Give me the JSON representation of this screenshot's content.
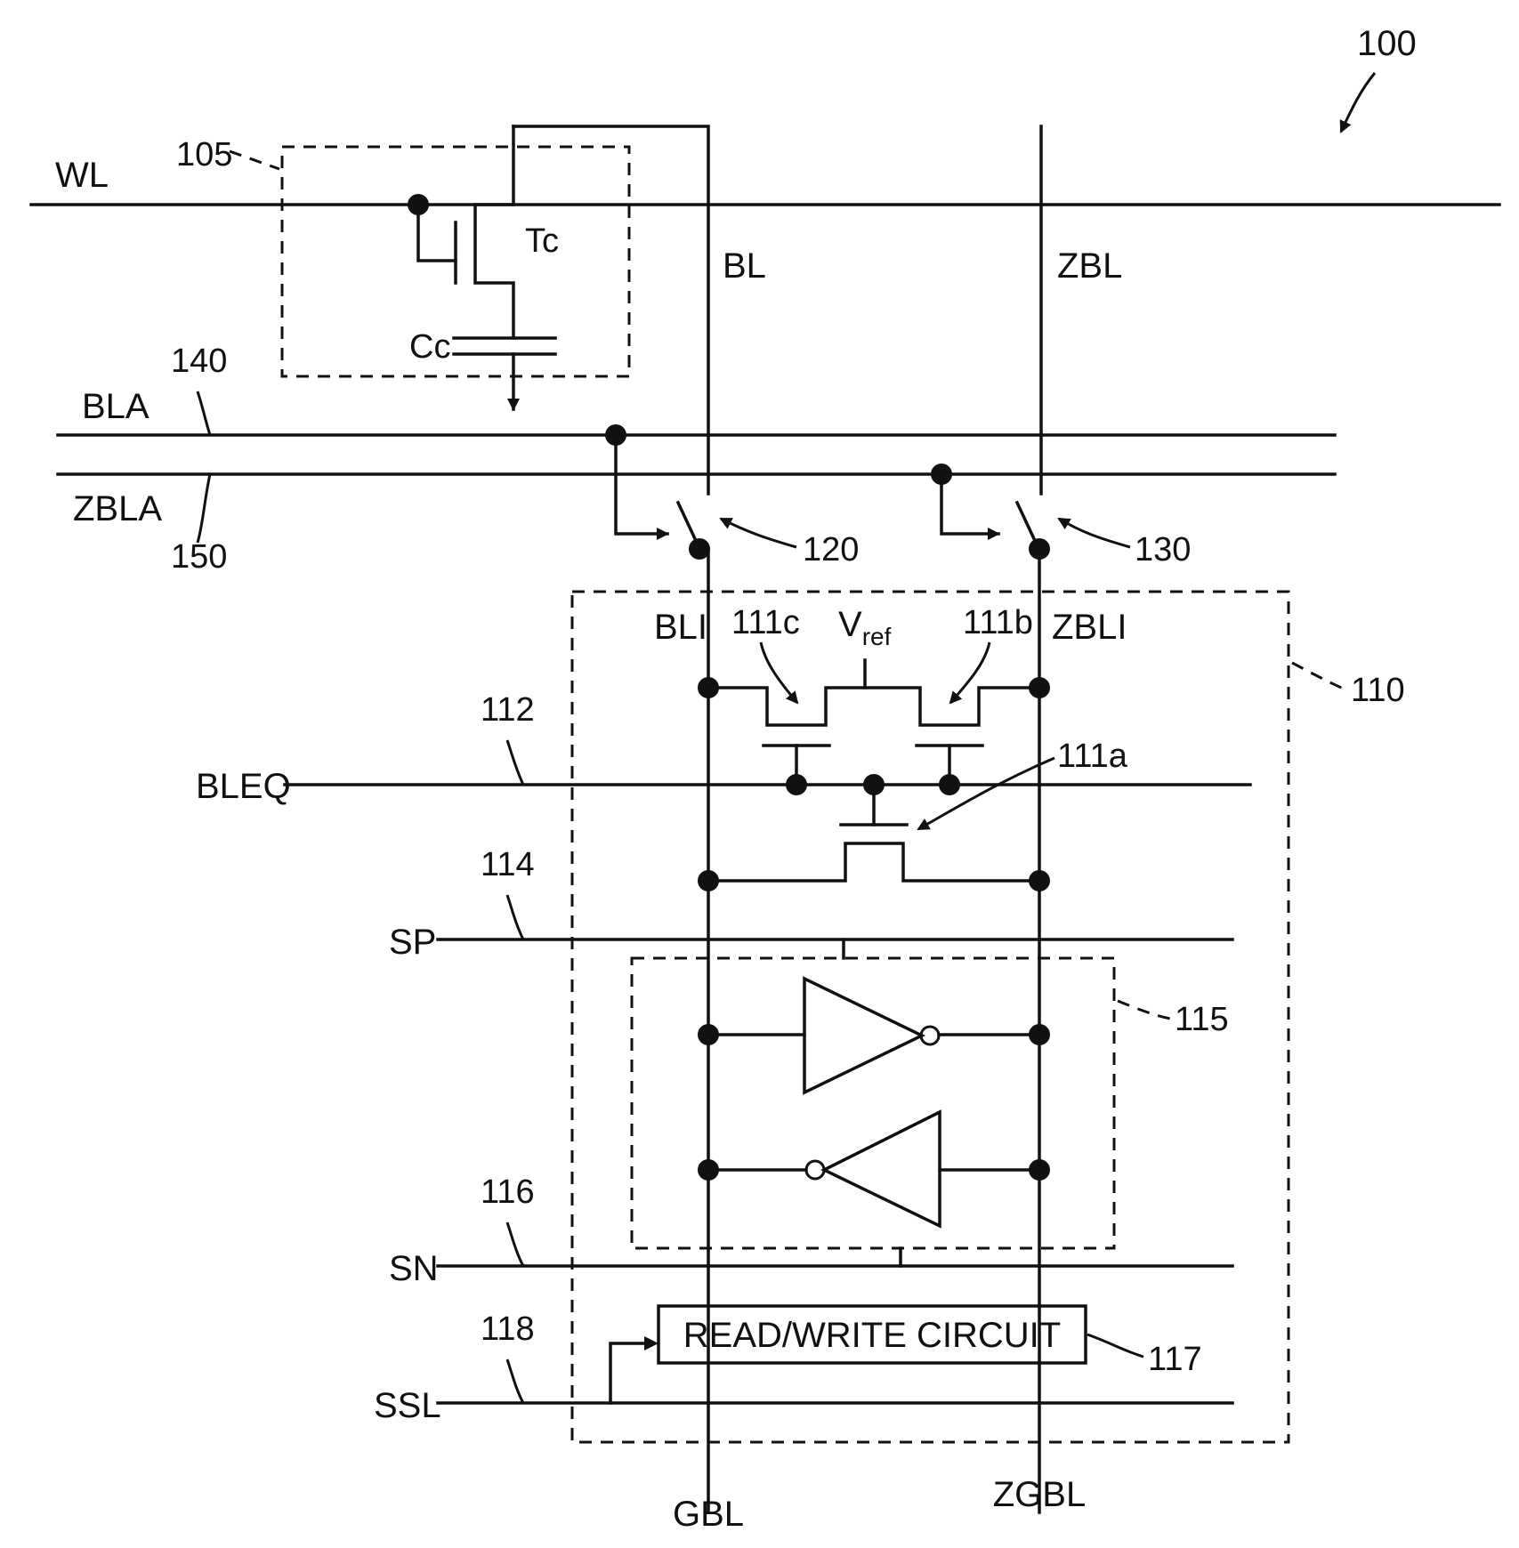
{
  "labels": {
    "fig_ref": "100",
    "cell_ref": "105",
    "wl": "WL",
    "tc": "Tc",
    "cc": "Cc",
    "bl": "BL",
    "zbl": "ZBL",
    "ref_140": "140",
    "bla": "BLA",
    "zbla": "ZBLA",
    "ref_150": "150",
    "switch_120": "120",
    "switch_130": "130",
    "bli": "BLI",
    "ref_111c": "111c",
    "vref_main": "V",
    "vref_sub": "ref",
    "ref_111b": "111b",
    "zbli": "ZBLI",
    "ref_110": "110",
    "ref_112": "112",
    "bleq": "BLEQ",
    "ref_111a": "111a",
    "ref_114": "114",
    "sp": "SP",
    "ref_115": "115",
    "ref_116": "116",
    "sn": "SN",
    "ref_118": "118",
    "ssl": "SSL",
    "rw_circuit": "READ/WRITE CIRCUIT",
    "ref_117": "117",
    "gbl": "GBL",
    "zgbl": "ZGBL"
  }
}
